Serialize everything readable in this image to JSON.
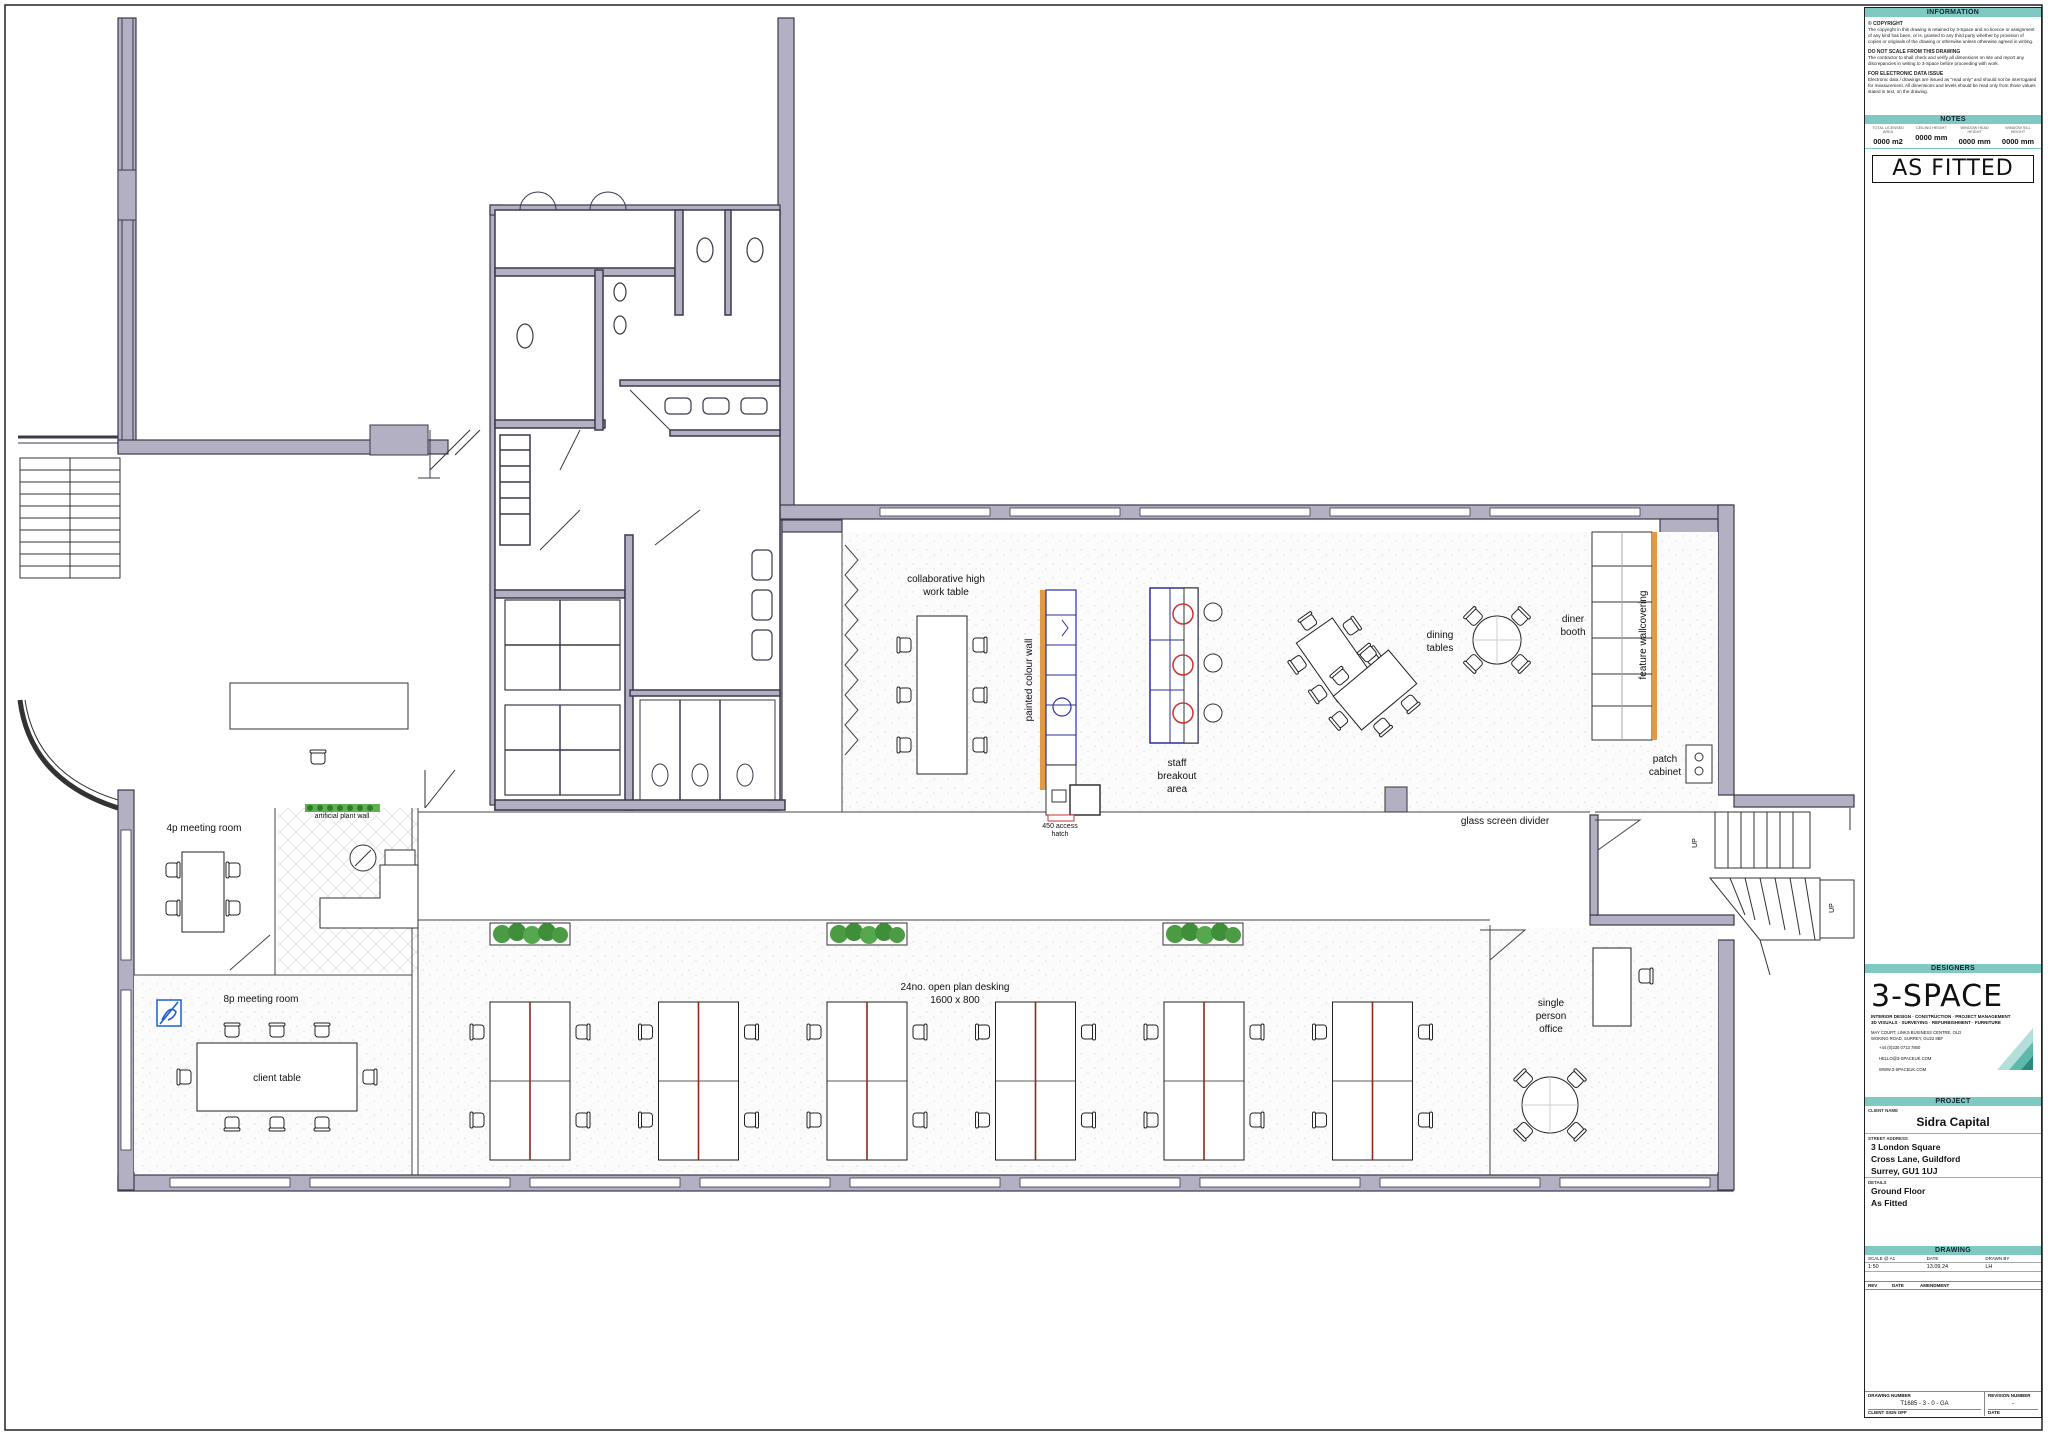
{
  "rooms": {
    "meeting_4p": "4p meeting room",
    "meeting_8p": "8p meeting room",
    "client_table": "client table",
    "plant_wall": "artificial plant wall",
    "collab_line1": "collaborative high",
    "collab_line2": "work table",
    "colour_wall": "painted colour wall",
    "access_line1": "450 access",
    "access_line2": "hatch",
    "breakout_line1": "staff",
    "breakout_line2": "breakout",
    "breakout_line3": "area",
    "dining_line1": "dining",
    "dining_line2": "tables",
    "diner_line1": "diner",
    "diner_line2": "booth",
    "feature_wall": "feature wallcovering",
    "patch_line1": "patch",
    "patch_line2": "cabinet",
    "glass_divider": "glass screen divider",
    "desking_line1": "24no. open plan desking",
    "desking_line2": "1600 x 800",
    "office_line1": "single",
    "office_line2": "person",
    "office_line3": "office",
    "stair_up1": "UP",
    "stair_up2": "UP"
  },
  "title_block": {
    "information_head": "INFORMATION",
    "copyright_title": "© COPYRIGHT",
    "copyright_text": "The copyright in this drawing is retained by 3-Space and no licence or assignment of any kind has been, or is, granted to any third party whether by provision of copies or originals of the drawing or otherwise unless otherwise agreed in writing.",
    "noscale_title": "DO NOT SCALE FROM THIS DRAWING",
    "noscale_text": "The contractor to shall check and verify all dimensions on site and report any discrepancies in writing to 3-Space before proceeding with work.",
    "electronic_title": "FOR ELECTRONIC DATA ISSUE",
    "electronic_text": "Electronic data / drawings are issued as \"read only\" and should not be interrogated for measurement. All dimensions and levels should be read only from those values stated in text, on the drawing.",
    "notes_head": "NOTES",
    "notes": [
      {
        "h": "TOTAL LICENSED AREA",
        "v": "0000 m2"
      },
      {
        "h": "CEILING HEIGHT",
        "v": "0000 mm"
      },
      {
        "h": "WINDOW HEAD HEIGHT",
        "v": "0000 mm"
      },
      {
        "h": "WINDOW SILL HEIGHT",
        "v": "0000 mm"
      }
    ],
    "stamp": "AS FITTED",
    "designers_head": "DESIGNERS",
    "logo": "3-SPACE",
    "logo_tag1": "INTERIOR DESIGN · CONSTRUCTION · PROJECT MANAGEMENT",
    "logo_tag2": "3D VISUALS · SURVEYING · REFURBISHMENT · FURNITURE",
    "logo_addr1": "MAY COURT, LINKS BUSINESS CENTRE, OLD",
    "logo_addr2": "WOKING ROAD, SURREY, GU22 8BF",
    "phone": "+44 (0)330 0713 7800",
    "email": "HELLO@3-SPACEUK.COM",
    "web": "WWW.3-SPACEUK.COM",
    "project_head": "PROJECT",
    "client_label": "CLIENT NAME",
    "client_name": "Sidra Capital",
    "street_label": "STREET ADDRESS",
    "address1": "3 London Square",
    "address2": "Cross Lane, Guildford",
    "address3": "Surrey, GU1 1UJ",
    "details_label": "DETAILS",
    "details1": "Ground Floor",
    "details2": "As Fitted",
    "drawing_head": "DRAWING",
    "scale_label": "SCALE @ A1",
    "scale_val": "1:50",
    "date_label": "DATE",
    "date_val": "13.09.24",
    "drawn_label": "DRAWN BY",
    "drawn_val": "LH",
    "rev_label": "REV",
    "rev_date_label": "DATE",
    "amendment_label": "AMENDMENT",
    "drawing_no_label": "DRAWING NUMBER",
    "drawing_no": "T1685 - 3 - 0 - GA",
    "revision_label": "REVISION NUMBER",
    "revision_val": "-",
    "client_signoff": "CLIENT SIGN OFF",
    "signoff_date": "DATE"
  },
  "colors": {
    "wall": "#b3b0c4",
    "wall_stroke": "#3a3a4a",
    "accent": "#7fc9c2",
    "plant": "#3f8f3a",
    "desk_screen": "#8b2a1a",
    "colour_wall": "#e39a45",
    "blue": "#2b2fa0",
    "red": "#d23030"
  }
}
